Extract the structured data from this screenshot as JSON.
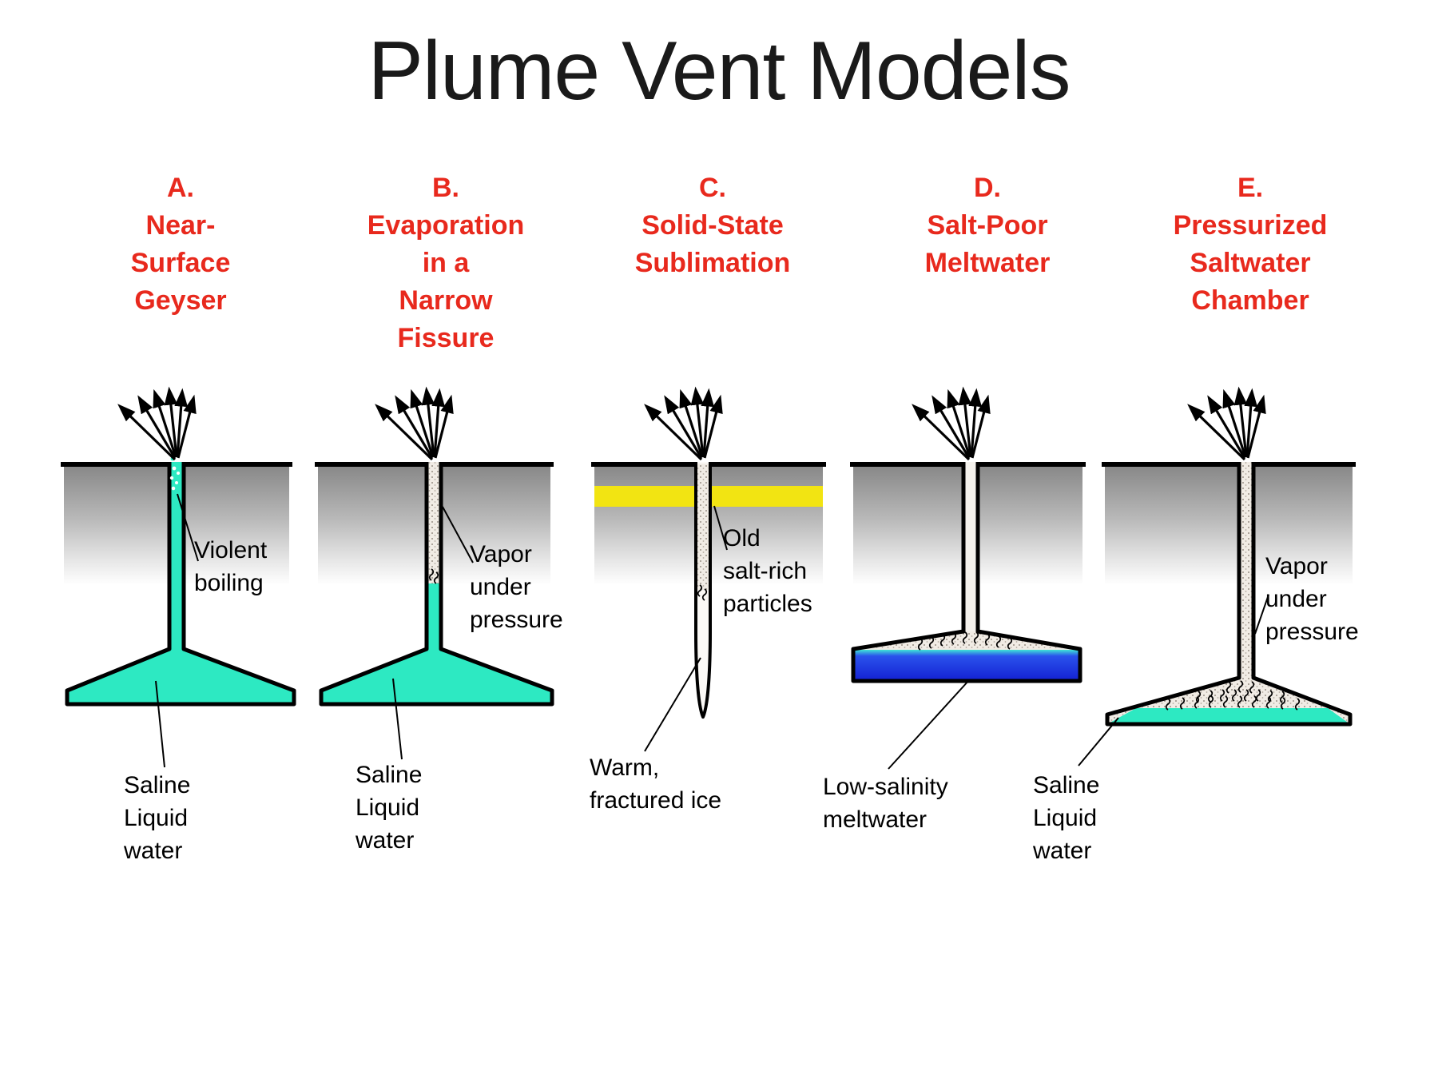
{
  "title": "Plume Vent Models",
  "colors": {
    "header_red": "#e8291d",
    "saline_cyan": "#2de9c2",
    "salt_yellow": "#f2e412",
    "melt_top": "#3fe3d7",
    "melt_mid": "#2a52ec",
    "melt_deep": "#1320d2"
  },
  "panels": [
    {
      "id": "A",
      "header": "A.\nNear-\nSurface\nGeyser",
      "labels": {
        "upper": "Violent\nboiling",
        "lower": "Saline\nLiquid\nwater"
      }
    },
    {
      "id": "B",
      "header": "B.\nEvaporation\nin a\nNarrow\nFissure",
      "labels": {
        "upper": "Vapor\nunder\npressure",
        "lower": "Saline\nLiquid\nwater"
      }
    },
    {
      "id": "C",
      "header": "C.\nSolid-State\nSublimation",
      "labels": {
        "upper": "Old\nsalt-rich\nparticles",
        "lower": "Warm,\nfractured ice"
      }
    },
    {
      "id": "D",
      "header": "D.\nSalt-Poor\nMeltwater",
      "labels": {
        "lower": "Low-salinity\nmeltwater"
      }
    },
    {
      "id": "E",
      "header": "E.\nPressurized\nSaltwater\nChamber",
      "labels": {
        "upper": "Vapor\nunder\npressure",
        "lower": "Saline\nLiquid\nwater"
      }
    }
  ]
}
